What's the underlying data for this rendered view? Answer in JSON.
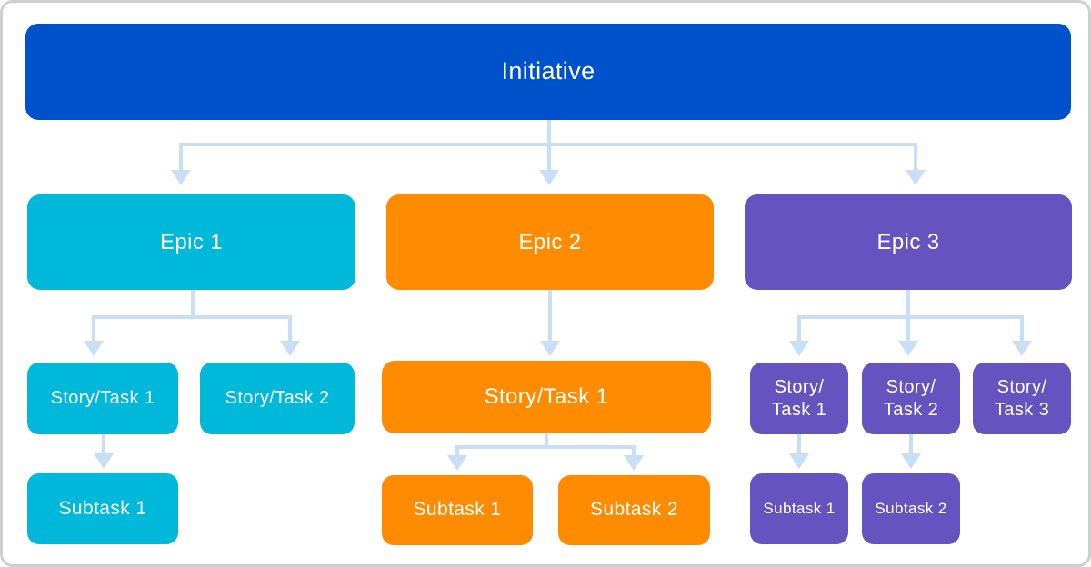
{
  "colors": {
    "initiative": "#0052CC",
    "epic1": "#00B8D9",
    "epic2": "#FF8B00",
    "epic3": "#6554C0",
    "connector": "#C9DFF6",
    "card_border": "#CFCFCF",
    "card_background": "#FFFFFF",
    "node_text": "#FFFFFF"
  },
  "nodes": {
    "initiative": {
      "label": "Initiative"
    },
    "epic1": {
      "label": "Epic 1"
    },
    "epic1_story1": {
      "label": "Story/Task 1"
    },
    "epic1_story2": {
      "label": "Story/Task 2"
    },
    "epic1_subtask1": {
      "label": "Subtask 1"
    },
    "epic2": {
      "label": "Epic 2"
    },
    "epic2_story1": {
      "label": "Story/Task 1"
    },
    "epic2_subtask1": {
      "label": "Subtask 1"
    },
    "epic2_subtask2": {
      "label": "Subtask 2"
    },
    "epic3": {
      "label": "Epic 3"
    },
    "epic3_story1": {
      "line1": "Story/",
      "line2": "Task 1"
    },
    "epic3_story2": {
      "line1": "Story/",
      "line2": "Task 2"
    },
    "epic3_story3": {
      "line1": "Story/",
      "line2": "Task 3"
    },
    "epic3_subtask1": {
      "label": "Subtask 1"
    },
    "epic3_subtask2": {
      "label": "Subtask 2"
    }
  }
}
